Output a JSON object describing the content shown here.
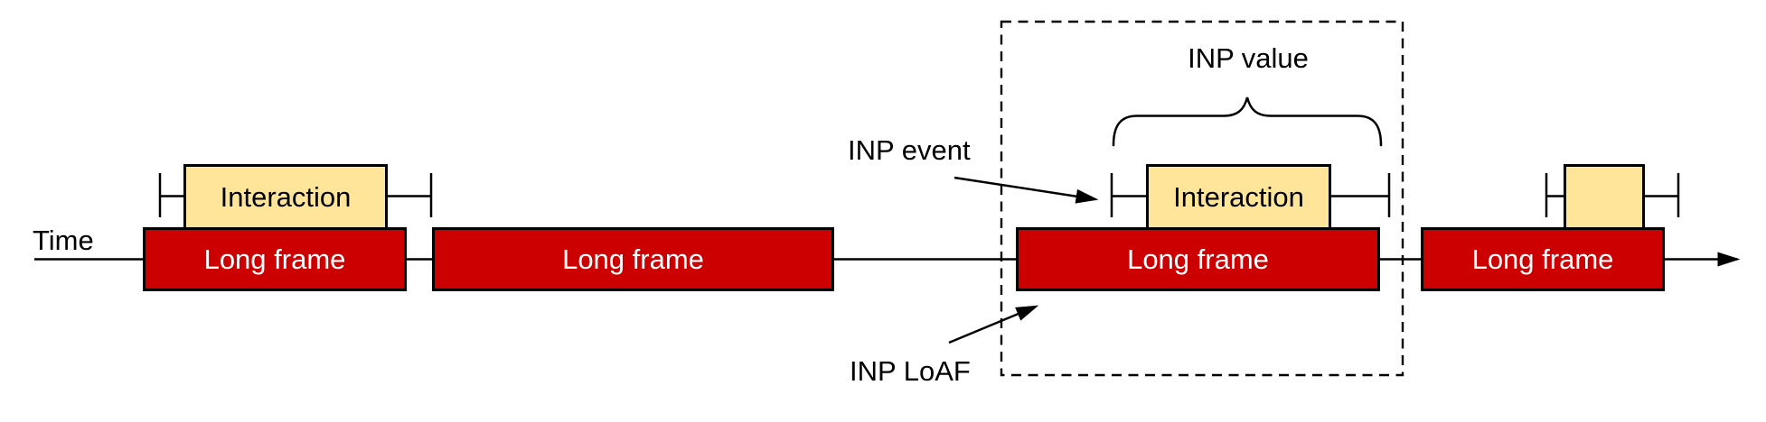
{
  "diagram": {
    "time_label": "Time",
    "frames": [
      {
        "label": "Long frame"
      },
      {
        "label": "Long frame"
      },
      {
        "label": "Long frame"
      },
      {
        "label": "Long frame"
      }
    ],
    "interactions": [
      {
        "label": "Interaction"
      },
      {
        "label": "Interaction"
      },
      {
        "label": ""
      }
    ],
    "annotations": {
      "inp_event": "INP event",
      "inp_value": "INP value",
      "inp_loaf": "INP LoAF"
    },
    "colors": {
      "long_frame_fill": "#cc0000",
      "long_frame_text": "#ffffff",
      "interaction_fill": "#ffe599",
      "stroke": "#000000",
      "background": "#ffffff"
    }
  }
}
